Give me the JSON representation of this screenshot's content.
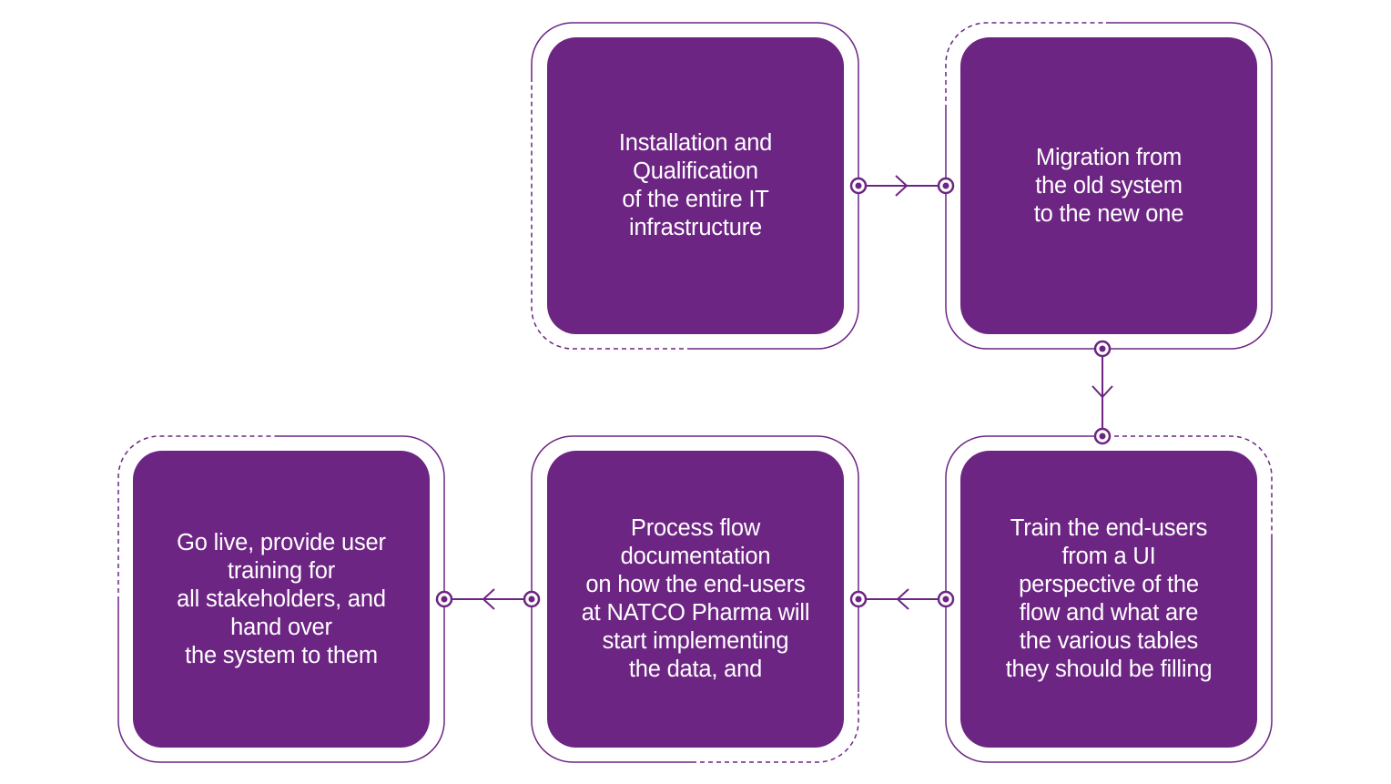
{
  "colors": {
    "box_fill": "#6d2583",
    "outline": "#6d2583",
    "text": "#ffffff",
    "background": "#ffffff"
  },
  "steps": [
    {
      "id": 1,
      "text": "Installation and\nQualification\nof the entire IT\ninfrastructure"
    },
    {
      "id": 2,
      "text": "Migration from\nthe old system\nto the new one"
    },
    {
      "id": 3,
      "text": "Train the end-users\nfrom a UI\nperspective of the\nflow and what are\nthe various tables\nthey should be filling"
    },
    {
      "id": 4,
      "text": "Process flow\ndocumentation\non how the end-users\nat NATCO Pharma will\nstart implementing\nthe data, and"
    },
    {
      "id": 5,
      "text": "Go live, provide user\ntraining for\nall stakeholders, and\nhand over\nthe system to them"
    }
  ],
  "connectors": [
    {
      "from": 1,
      "to": 2,
      "direction": "right"
    },
    {
      "from": 2,
      "to": 3,
      "direction": "down"
    },
    {
      "from": 3,
      "to": 4,
      "direction": "left"
    },
    {
      "from": 4,
      "to": 5,
      "direction": "left"
    }
  ]
}
